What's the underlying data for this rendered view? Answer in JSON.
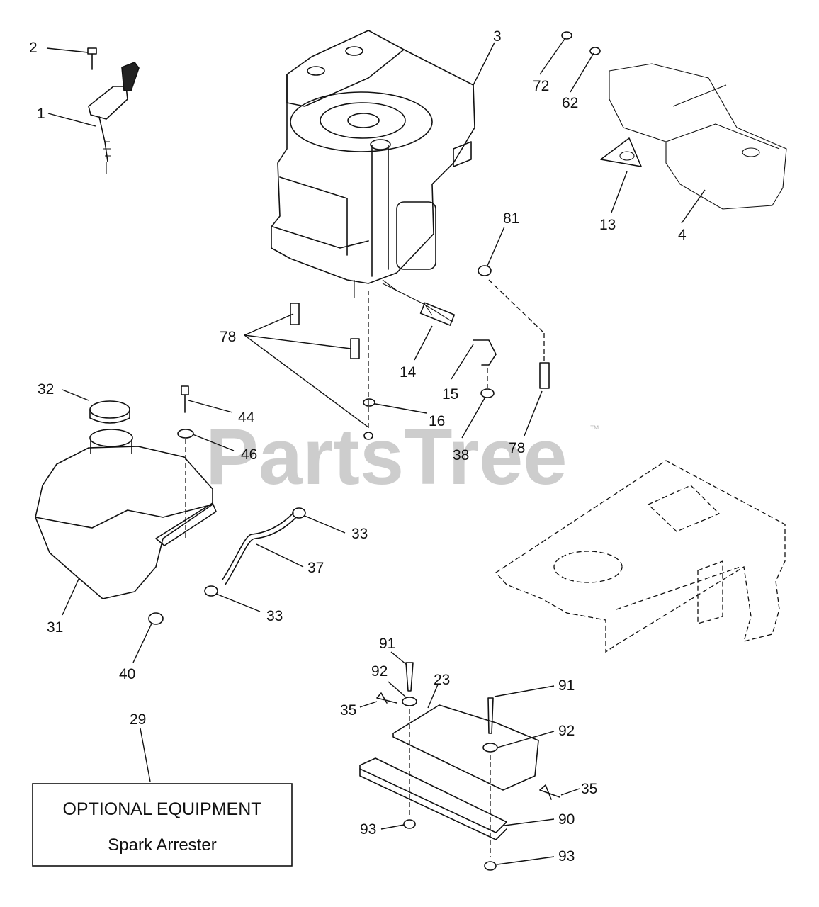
{
  "watermark": {
    "text": "PartsTree",
    "trademark": "™"
  },
  "optional_box": {
    "line1": "OPTIONAL EQUIPMENT",
    "line2": "Spark Arrester"
  },
  "callouts": {
    "c1": "1",
    "c2": "2",
    "c3": "3",
    "c4": "4",
    "c13": "13",
    "c14": "14",
    "c15": "15",
    "c16": "16",
    "c23": "23",
    "c29": "29",
    "c31": "31",
    "c32": "32",
    "c33a": "33",
    "c33b": "33",
    "c35a": "35",
    "c35b": "35",
    "c37": "37",
    "c38": "38",
    "c40": "40",
    "c44": "44",
    "c46": "46",
    "c62": "62",
    "c72": "72",
    "c78a": "78",
    "c78b": "78",
    "c81": "81",
    "c90": "90",
    "c91a": "91",
    "c91b": "91",
    "c92a": "92",
    "c92b": "92",
    "c93a": "93",
    "c93b": "93"
  }
}
